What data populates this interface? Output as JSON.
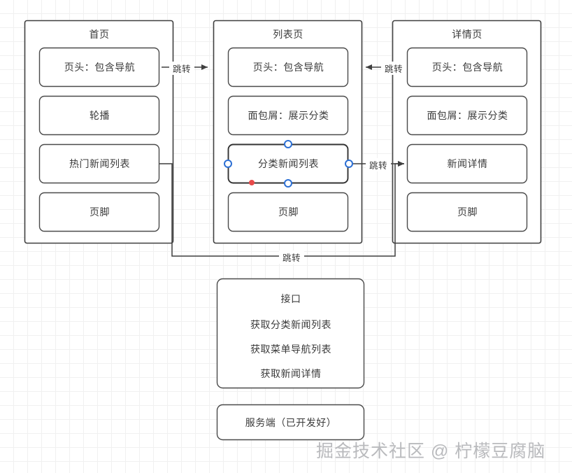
{
  "diagram": {
    "title_hidden": true,
    "colors": {
      "stroke": "#3f3f3f",
      "container_stroke": "#3f3f3f",
      "box_fill": "#ffffff",
      "grid": "#f0f0f0",
      "handle_stroke": "#2c6fd4",
      "handle_fill": "#ffffff",
      "waypoint_red": "#e84a4a",
      "text": "#3b3b3b",
      "watermark": "#b9babd"
    },
    "containers": [
      {
        "name": "home-page",
        "title": "首页",
        "children": [
          {
            "name": "header",
            "label": "页头：包含导航"
          },
          {
            "name": "carousel",
            "label": "轮播"
          },
          {
            "name": "hot-news-list",
            "label": "热门新闻列表"
          },
          {
            "name": "footer",
            "label": "页脚"
          }
        ]
      },
      {
        "name": "list-page",
        "title": "列表页",
        "children": [
          {
            "name": "header",
            "label": "页头：包含导航"
          },
          {
            "name": "breadcrumb",
            "label": "面包屑：展示分类"
          },
          {
            "name": "category-news-list",
            "label": "分类新闻列表",
            "selected": true
          },
          {
            "name": "footer",
            "label": "页脚"
          }
        ]
      },
      {
        "name": "detail-page",
        "title": "详情页",
        "children": [
          {
            "name": "header",
            "label": "页头：包含导航"
          },
          {
            "name": "breadcrumb",
            "label": "面包屑：展示分类"
          },
          {
            "name": "news-detail",
            "label": "新闻详情"
          },
          {
            "name": "footer",
            "label": "页脚"
          }
        ]
      }
    ],
    "standalone_nodes": [
      {
        "name": "api-node",
        "title": "接口",
        "items": [
          "获取分类新闻列表",
          "获取菜单导航列表",
          "获取新闻详情"
        ]
      },
      {
        "name": "server-node",
        "label": "服务端（已开发好）"
      }
    ],
    "edges": [
      {
        "name": "edge-home-to-list",
        "label": "跳转",
        "direction": "right"
      },
      {
        "name": "edge-detail-to-list",
        "label": "跳转",
        "direction": "left"
      },
      {
        "name": "edge-list-to-detail",
        "label": "跳转",
        "direction": "right"
      },
      {
        "name": "edge-home-to-detail",
        "label": "跳转",
        "direction": "right"
      }
    ],
    "watermark": "掘金技术社区 @ 柠檬豆腐脑"
  }
}
